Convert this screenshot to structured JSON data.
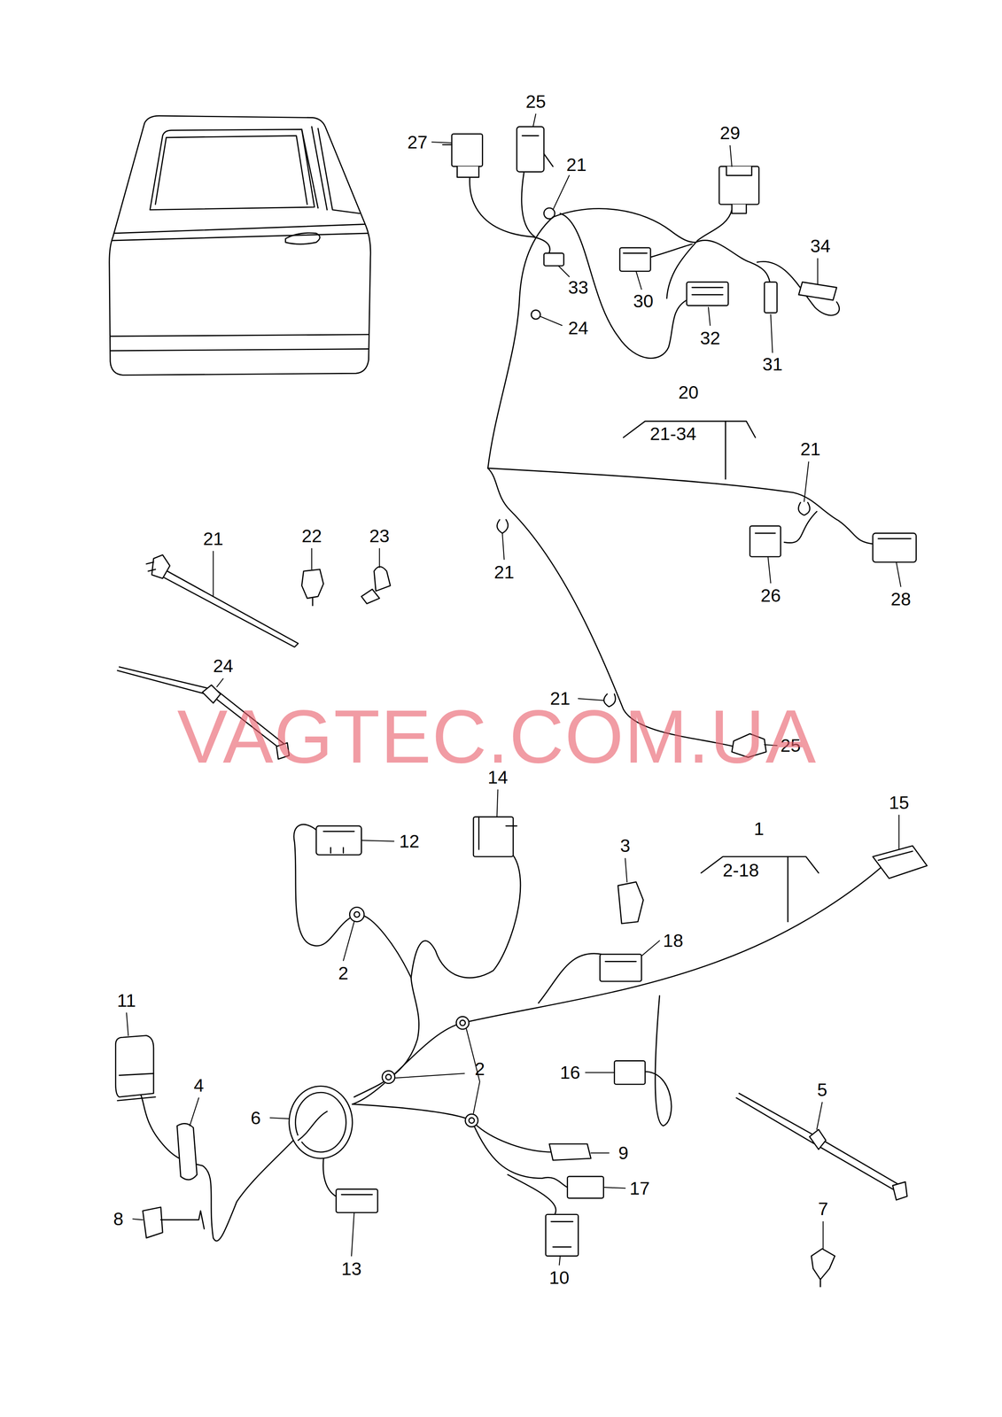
{
  "diagram": {
    "labels": [
      "27",
      "25",
      "29",
      "21",
      "34",
      "33",
      "30",
      "24",
      "32",
      "31",
      "20",
      "21-34",
      "21",
      "22",
      "23",
      "21",
      "21",
      "26",
      "28",
      "24",
      "21",
      "25",
      "VAGTEC.COM.UA",
      "14",
      "15",
      "12",
      "1",
      "3",
      "2-18",
      "18",
      "2",
      "11",
      "2",
      "16",
      "4",
      "5",
      "6",
      "9",
      "17",
      "7",
      "8",
      "13",
      "10"
    ]
  }
}
